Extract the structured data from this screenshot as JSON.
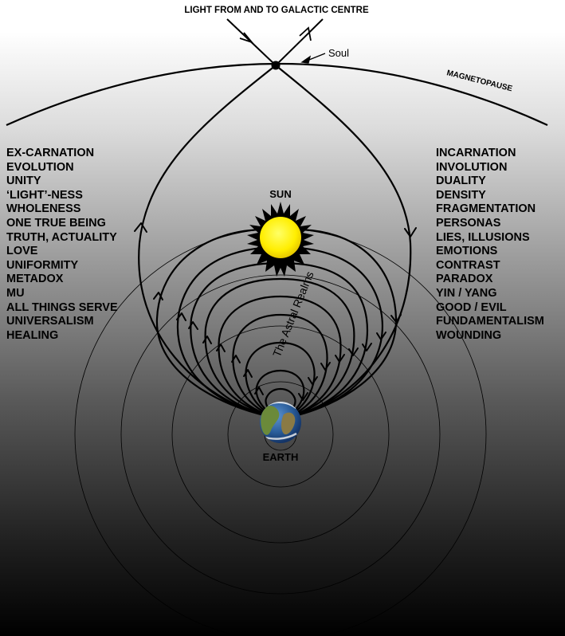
{
  "labels": {
    "top": "LIGHT FROM AND TO GALACTIC CENTRE",
    "soul": "Soul",
    "magnetopause": "MAGNETOPAUSE",
    "sun": "SUN",
    "earth": "EARTH",
    "astral": "The Astral Realms"
  },
  "left_list": [
    "EX-CARNATION",
    "EVOLUTION",
    "UNITY",
    "‘LIGHT’-NESS",
    "WHOLENESS",
    "ONE TRUE BEING",
    "TRUTH, ACTUALITY",
    "LOVE",
    "UNIFORMITY",
    "METADOX",
    "MU",
    "ALL THINGS SERVE",
    "UNIVERSALISM",
    "HEALING"
  ],
  "right_list": [
    "INCARNATION",
    "INVOLUTION",
    "DUALITY",
    "DENSITY",
    "FRAGMENTATION",
    "PERSONAS",
    "LIES, ILLUSIONS",
    "EMOTIONS",
    "CONTRAST",
    "PARADOX",
    "YIN / YANG",
    "GOOD / EVIL",
    "FUNDAMENTALISM",
    "WOUNDING"
  ],
  "colors": {
    "sun": "#ffee00",
    "line": "#000000",
    "earth_ocean": "#2a5d9a",
    "earth_land": "#6b8a3a"
  },
  "icons": {
    "sun": "sun-icon",
    "earth": "earth-icon"
  }
}
